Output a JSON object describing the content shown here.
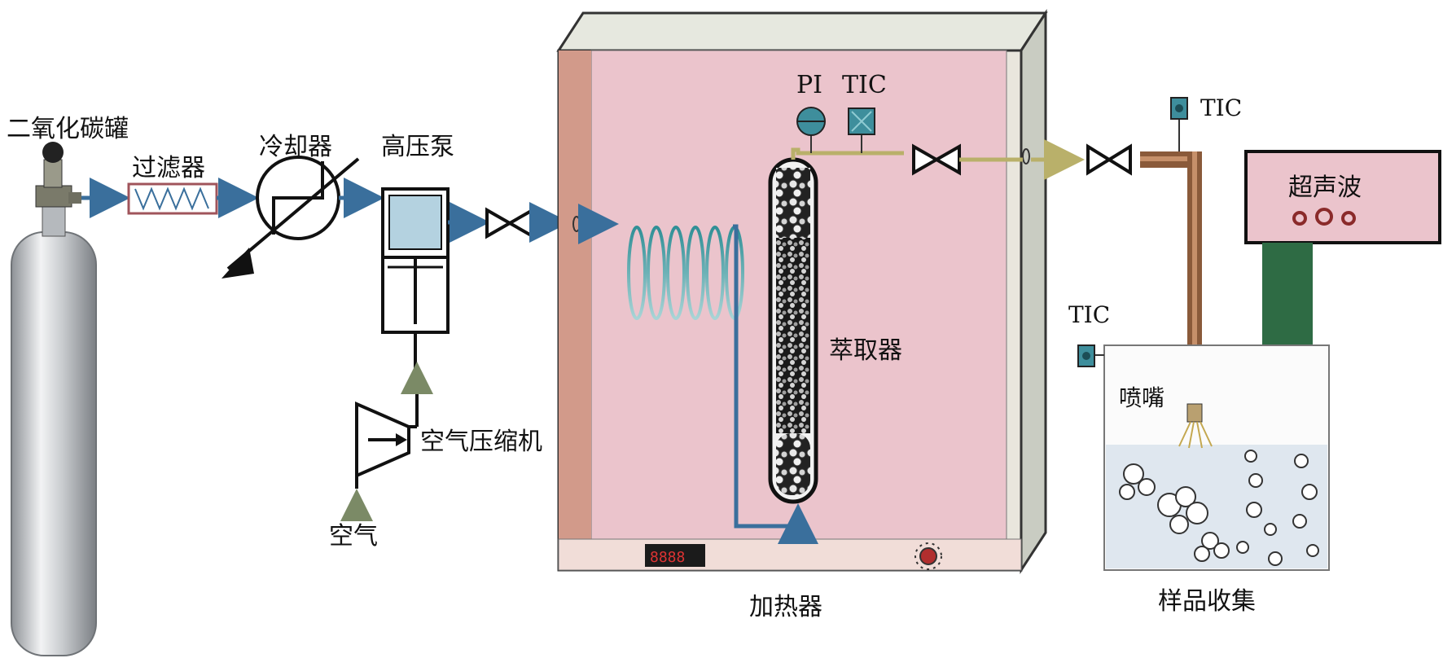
{
  "labels": {
    "co2_tank": "二氧化碳罐",
    "filter": "过滤器",
    "cooler": "冷却器",
    "pump": "高压泵",
    "compressor": "空气压缩机",
    "air": "空气",
    "pi": "PI",
    "tic_oven": "TIC",
    "extractor": "萃取器",
    "heater": "加热器",
    "tic_outlet": "TIC",
    "ultrasound": "超声波",
    "tic_collect": "TIC",
    "nozzle": "喷嘴",
    "collection": "样品收集"
  },
  "colors": {
    "oven_fill": "#ebc4cc",
    "oven_frame": "#e9e6dd",
    "pipe_blue": "#3a6f9c",
    "pipe_tan": "#b9b06a",
    "instrument_teal": "#3e8e9c",
    "ultrasound_box": "#ebc4cc",
    "horn_green": "#2e6b44"
  }
}
